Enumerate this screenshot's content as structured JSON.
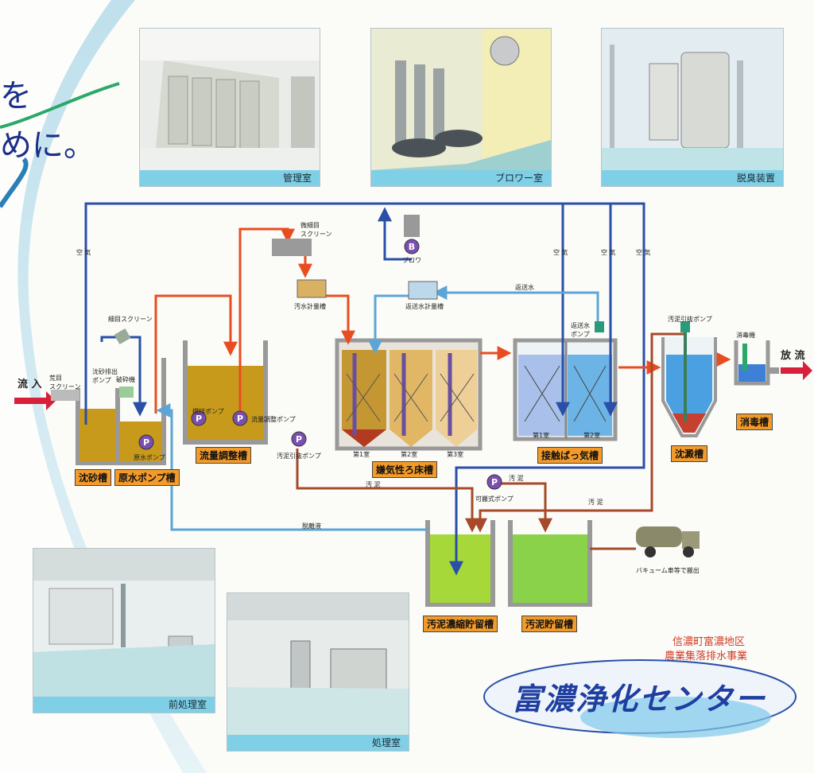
{
  "photos": {
    "control_room": "管理室",
    "blower_room": "ブロワー室",
    "deodorizer": "脱臭装置",
    "pretreatment_room": "前処理室",
    "treatment_room": "処理室"
  },
  "corner_text": [
    "を",
    "めに。"
  ],
  "labels": {
    "inflow": "流 入",
    "discharge": "放 流",
    "coarse_screen": "荒目\nスクリーン",
    "grit_pump": "沈砂排出\nポンプ",
    "crusher": "破砕機",
    "raw_water_pump": "原水ポンプ",
    "fine_screen": "細目スクリーン",
    "micro_screen": "微細目\nスクリーン",
    "sewage_meter": "汚水計量槽",
    "blower": "ブロワ",
    "return_meter": "返送水計量槽",
    "return_water": "返送水",
    "return_pump": "返送水\nポンプ",
    "stir_pump": "撹拌ポンプ",
    "flow_pump": "流量調整ポンプ",
    "sludge_pump": "汚泥引抜ポンプ",
    "sludge_pump2": "汚泥引抜ポンプ",
    "portable_pump": "可搬式ポンプ",
    "disinfector": "消毒機",
    "sludge_a": "汚 泥",
    "sludge_b": "汚 泥",
    "sludge_c": "汚 泥",
    "dehydration": "脱離液",
    "vacuum": "バキューム車等で搬出",
    "air": "空 気",
    "room1": "第1室",
    "room2": "第2室",
    "room3": "第3室",
    "c_room1": "第1室",
    "c_room2": "第2室"
  },
  "tanks": {
    "grit": "沈砂槽",
    "raw_pump": "原水ポンプ槽",
    "flow_adjust": "流量調整槽",
    "anaerobic": "嫌気性ろ床槽",
    "contact": "接触ばっ気槽",
    "sedimentation": "沈澱槽",
    "disinfection": "消毒槽",
    "thickening": "汚泥濃縮貯留槽",
    "storage": "汚泥貯留槽"
  },
  "footer": {
    "org1": "信濃町富濃地区",
    "org2": "農業集落排水事業",
    "title": "富濃浄化センター"
  },
  "colors": {
    "air": "#2a4fa8",
    "sewage": "#e84d22",
    "return": "#5ba6d6",
    "sludge": "#a64a2a",
    "dehydration": "#6d9ec6",
    "label_bg": "#f39b2a"
  },
  "pump_letter": "P",
  "blower_letter": "B"
}
